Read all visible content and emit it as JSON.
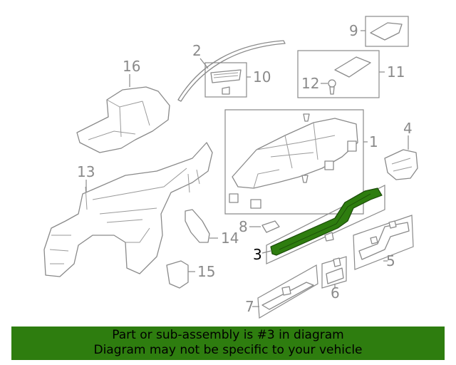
{
  "labels": {
    "p1": "1",
    "p2": "2",
    "p3": "3",
    "p4": "4",
    "p5": "5",
    "p6": "6",
    "p7": "7",
    "p8": "8",
    "p9": "9",
    "p10": "10",
    "p11": "11",
    "p12": "12",
    "p13": "13",
    "p14": "14",
    "p15": "15",
    "p16": "16"
  },
  "highlighted_part": "3",
  "colors": {
    "highlight": "#2e7d0f",
    "line": "#8a8a8a"
  },
  "banner": {
    "line1": "Part or sub-assembly is #3 in diagram",
    "line2": "Diagram may not be specific to your vehicle"
  }
}
